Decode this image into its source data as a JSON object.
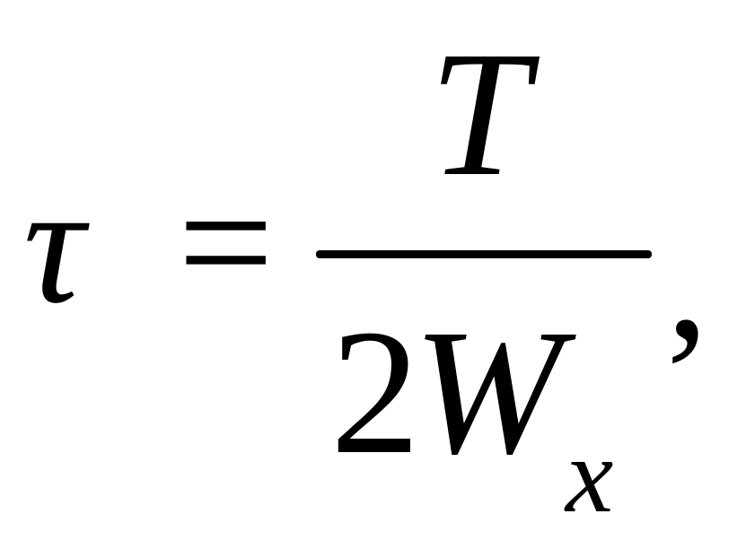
{
  "formula": {
    "lhs": "τ",
    "operator": "=",
    "numerator": "T",
    "denominator_coefficient": "2",
    "denominator_variable": "W",
    "denominator_subscript": "x",
    "trailing_punctuation": ","
  },
  "colors": {
    "text": "#000000",
    "background": "#ffffff"
  }
}
